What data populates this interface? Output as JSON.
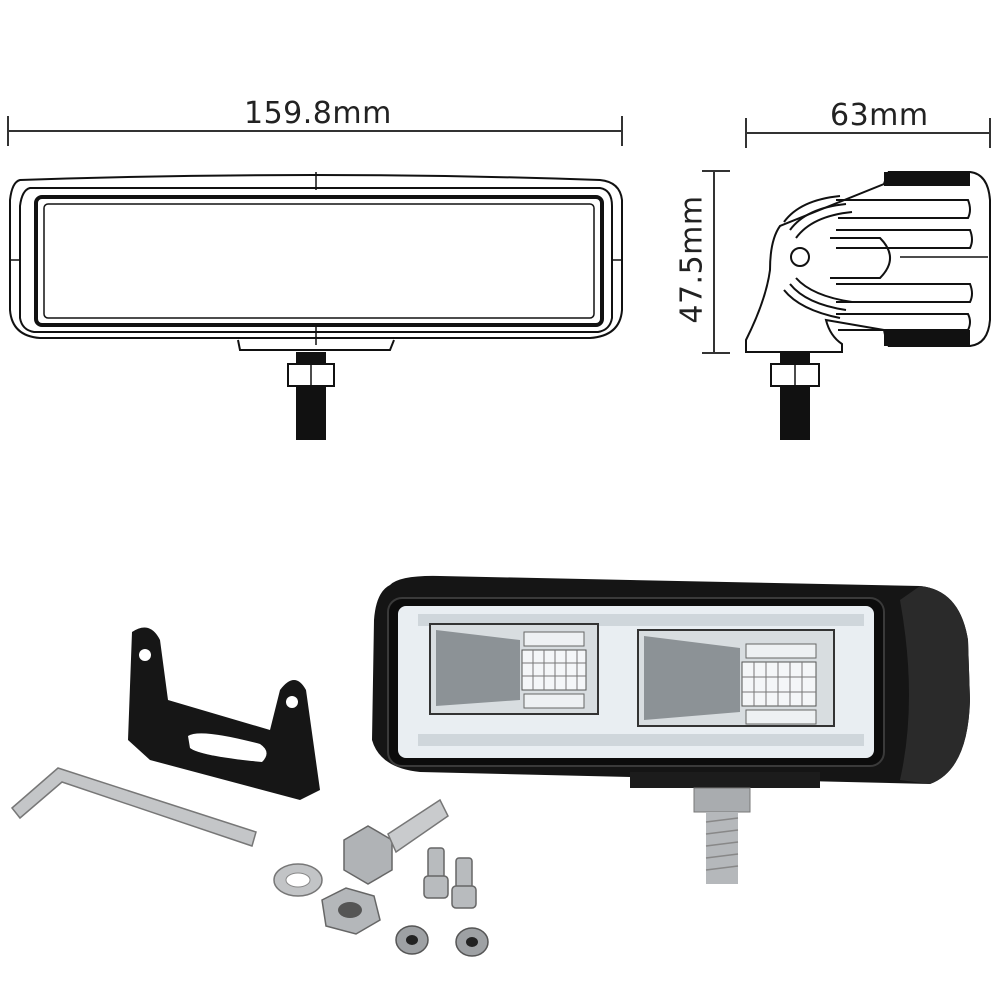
{
  "drawing": {
    "front_view": {
      "width_label": "159.8mm"
    },
    "side_view": {
      "depth_label": "63mm",
      "height_label": "47.5mm"
    }
  },
  "photo": {
    "items": [
      "led-work-light",
      "mounting-bracket",
      "hex-key",
      "hex-bolt",
      "washer",
      "hex-nut",
      "small-screws",
      "lock-nuts"
    ]
  },
  "colors": {
    "line": "#1a1a1a",
    "housing": "#111111",
    "lens": "#eef3f6",
    "metal": "#b9bcbf"
  }
}
